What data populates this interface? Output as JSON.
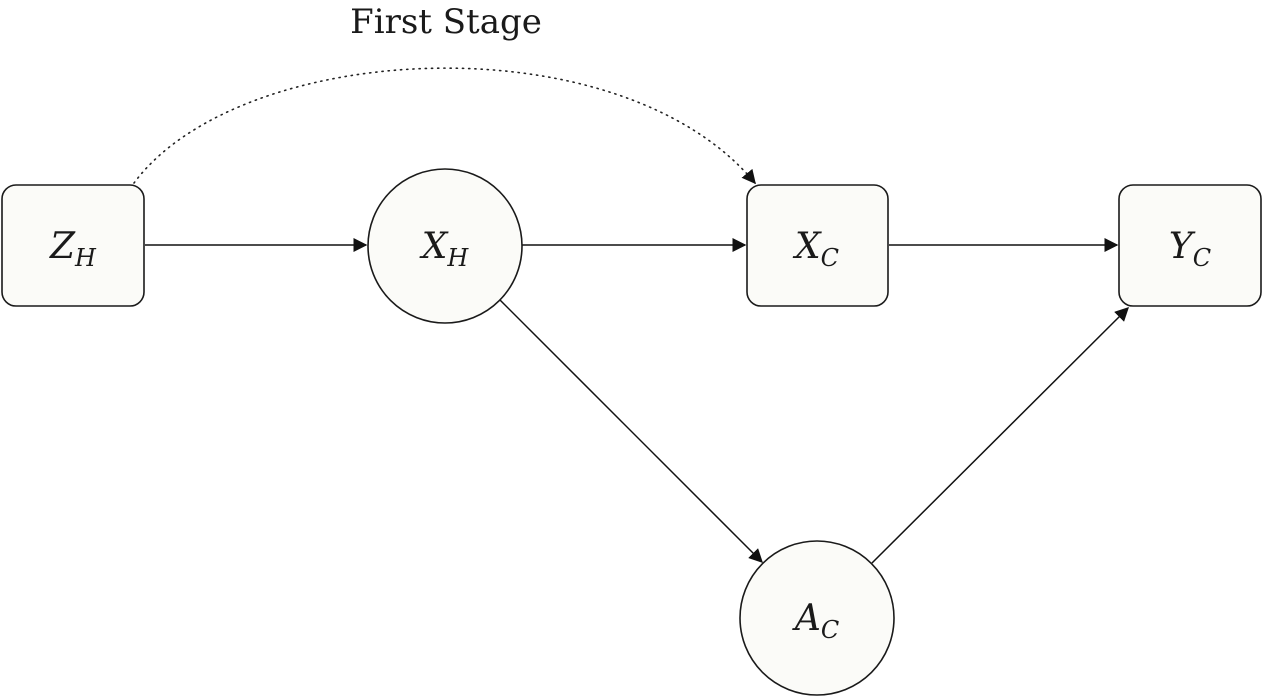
{
  "nodes": {
    "z_h": {
      "main": "Z",
      "sub": "H",
      "shape": "rounded-rectangle"
    },
    "x_h": {
      "main": "X",
      "sub": "H",
      "shape": "circle"
    },
    "x_c": {
      "main": "X",
      "sub": "C",
      "shape": "rounded-rectangle"
    },
    "y_c": {
      "main": "Y",
      "sub": "C",
      "shape": "rounded-rectangle"
    },
    "a_c": {
      "main": "A",
      "sub": "C",
      "shape": "circle"
    }
  },
  "edges": [
    {
      "from": "z_h",
      "to": "x_h",
      "style": "solid"
    },
    {
      "from": "x_h",
      "to": "x_c",
      "style": "solid"
    },
    {
      "from": "x_c",
      "to": "y_c",
      "style": "solid"
    },
    {
      "from": "x_h",
      "to": "a_c",
      "style": "solid"
    },
    {
      "from": "a_c",
      "to": "y_c",
      "style": "solid"
    },
    {
      "from": "z_h",
      "to": "x_c",
      "style": "dotted",
      "label": "First Stage"
    }
  ],
  "first_stage_label": "First Stage",
  "colors": {
    "node_fill": "#fbfbf8",
    "stroke": "#1a1a1a",
    "background": "#ffffff"
  }
}
